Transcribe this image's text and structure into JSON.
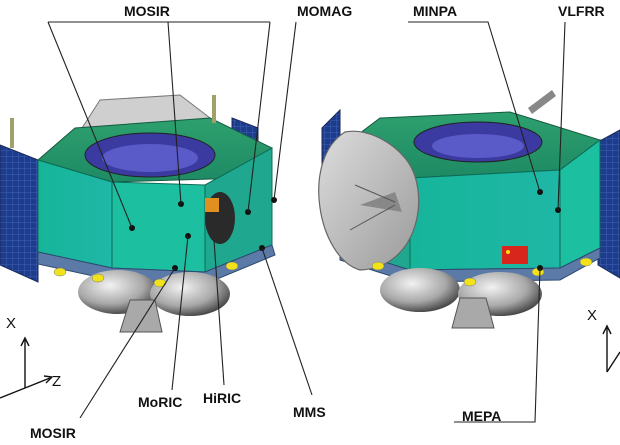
{
  "instrument_labels": {
    "mosir_top": "MOSIR",
    "momag": "MOMAG",
    "minpa": "MINPA",
    "vlfrr": "VLFRR",
    "mosir_bottom": "MOSIR",
    "moric": "MoRIC",
    "hiric": "HiRIC",
    "mms": "MMS",
    "mepa": "MEPA"
  },
  "axes": {
    "left_x": "X",
    "left_z": "Z",
    "right_x": "X"
  }
}
